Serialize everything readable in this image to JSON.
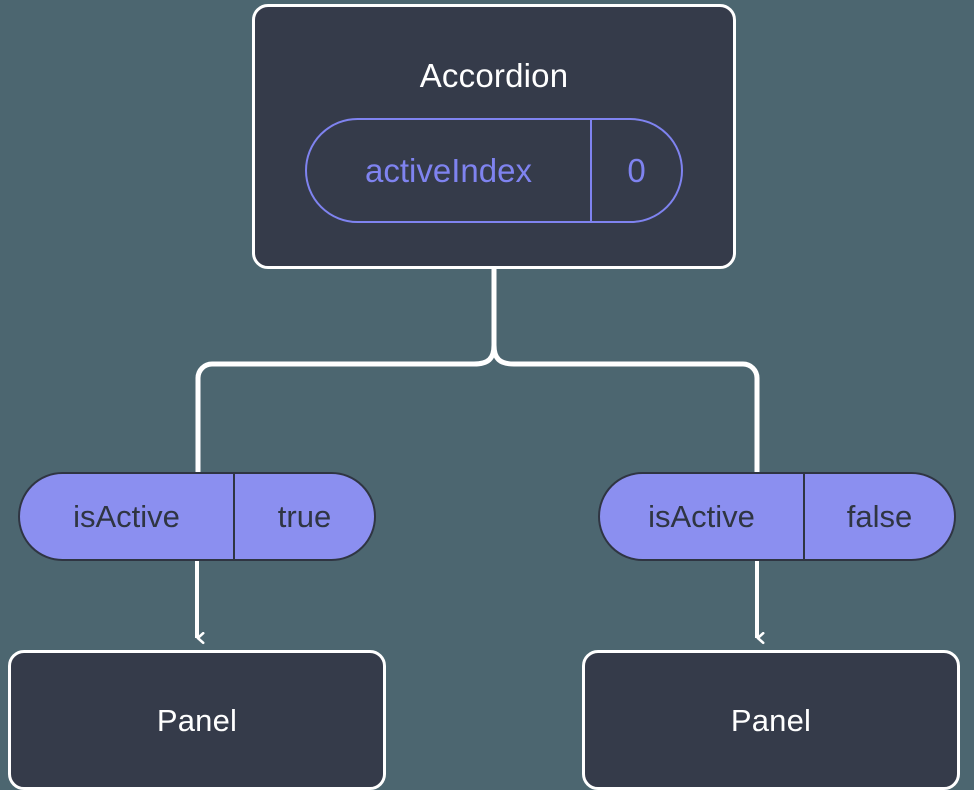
{
  "diagram": {
    "type": "component-state-tree",
    "background_color": "#4c6670",
    "node_fill_color": "#353b4a",
    "node_border_color": "#ffffff",
    "accent_color": "#8b8ff0",
    "outline_accent_color": "#7f83f0",
    "pill_text_color": "#2f3542",
    "root": {
      "title": "Accordion",
      "state": {
        "key": "activeIndex",
        "value": "0"
      }
    },
    "branches": [
      {
        "prop": {
          "key": "isActive",
          "value": "true"
        },
        "child": {
          "title": "Panel"
        }
      },
      {
        "prop": {
          "key": "isActive",
          "value": "false"
        },
        "child": {
          "title": "Panel"
        }
      }
    ]
  }
}
